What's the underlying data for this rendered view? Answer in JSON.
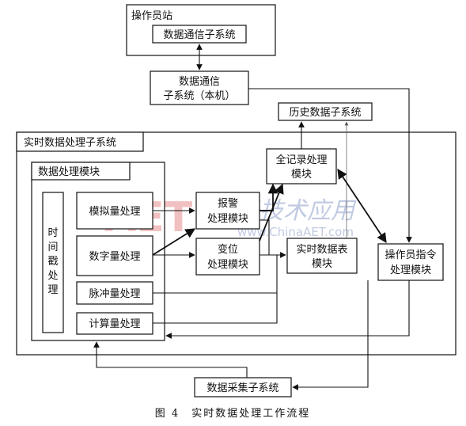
{
  "operator_station": {
    "title": "操作员站",
    "inner": "数据通信子系统"
  },
  "local_comm": {
    "line1": "数据通信",
    "line2": "子系统（本机）"
  },
  "history": {
    "label": "历史数据子系统"
  },
  "realtime": {
    "title": "实时数据处理子系统",
    "data_module": {
      "title": "数据处理模块",
      "timestamp": [
        "时",
        "间",
        "戳",
        "处",
        "理"
      ],
      "analog": "模拟量处理",
      "digital": "数字量处理",
      "pulse": "脉冲量处理",
      "calc": "计算量处理"
    },
    "alarm": {
      "line1": "报警",
      "line2": "处理模块"
    },
    "change": {
      "line1": "变位",
      "line2": "处理模块"
    },
    "fullrecord": {
      "line1": "全记录处理",
      "line2": "模块"
    },
    "rttable": {
      "line1": "实时数据表",
      "line2": "模块"
    }
  },
  "operator_cmd": {
    "line1": "操作员指令",
    "line2": "处理模块"
  },
  "acquisition": {
    "label": "数据采集子系统"
  },
  "caption": "图 4　实时数据处理工作流程",
  "watermark": {
    "logo": "AET",
    "cn": "电子技术应用",
    "url": "www.ChinaAET.com"
  }
}
